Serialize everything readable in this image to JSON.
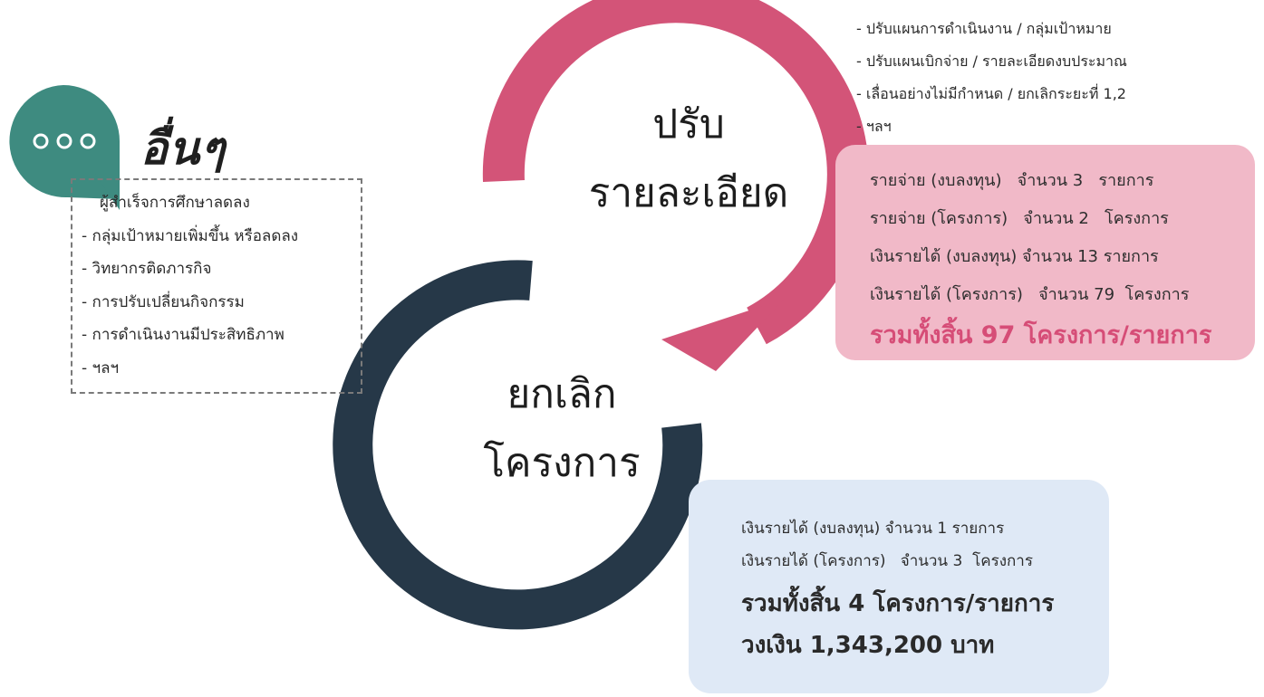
{
  "others": {
    "title": "อื่นๆ",
    "icon": "speech-bubble-icon",
    "bubble_color": "#3e8b80",
    "items": [
      "ผู้สำเร็จการศึกษาลดลง",
      "- กลุ่มเป้าหมายเพิ่มขึ้น หรือลดลง",
      "- วิทยากรติดภารกิจ",
      "- การปรับเปลี่ยนกิจกรรม",
      "- การดำเนินงานมีประสิทธิภาพ",
      "- ฯลฯ"
    ]
  },
  "adjust": {
    "label_line1": "ปรับ",
    "label_line2": "รายละเอียด",
    "ring_color": "#d35478",
    "bullets": [
      "- ปรับแผนการดำเนินงาน / กลุ่มเป้าหมาย",
      "- ปรับแผนเบิกจ่าย / รายละเอียดงบประมาณ",
      "- เลื่อนอย่างไม่มีกำหนด / ยกเลิกระยะที่ 1,2",
      "- ฯลฯ"
    ],
    "box_color": "#f1b9c8",
    "rows": [
      "รายจ่าย (งบลงทุน)   จำนวน 3   รายการ",
      "รายจ่าย (โครงการ)   จำนวน 2   โครงการ",
      "เงินรายได้ (งบลงทุน) จำนวน 13 รายการ",
      "เงินรายได้ (โครงการ)   จำนวน 79  โครงการ"
    ],
    "total": "รวมทั้งสิ้น 97 โครงการ/รายการ",
    "total_color": "#d64d77"
  },
  "cancel": {
    "label_line1": "ยกเลิก",
    "label_line2": "โครงการ",
    "ring_color": "#263848",
    "box_color": "#dfe9f6",
    "rows": [
      "เงินรายได้ (งบลงทุน) จำนวน 1 รายการ",
      "เงินรายได้ (โครงการ)   จำนวน 3  โครงการ"
    ],
    "total": "รวมทั้งสิ้น 4 โครงการ/รายการ",
    "budget": "วงเงิน 1,343,200 บาท"
  }
}
